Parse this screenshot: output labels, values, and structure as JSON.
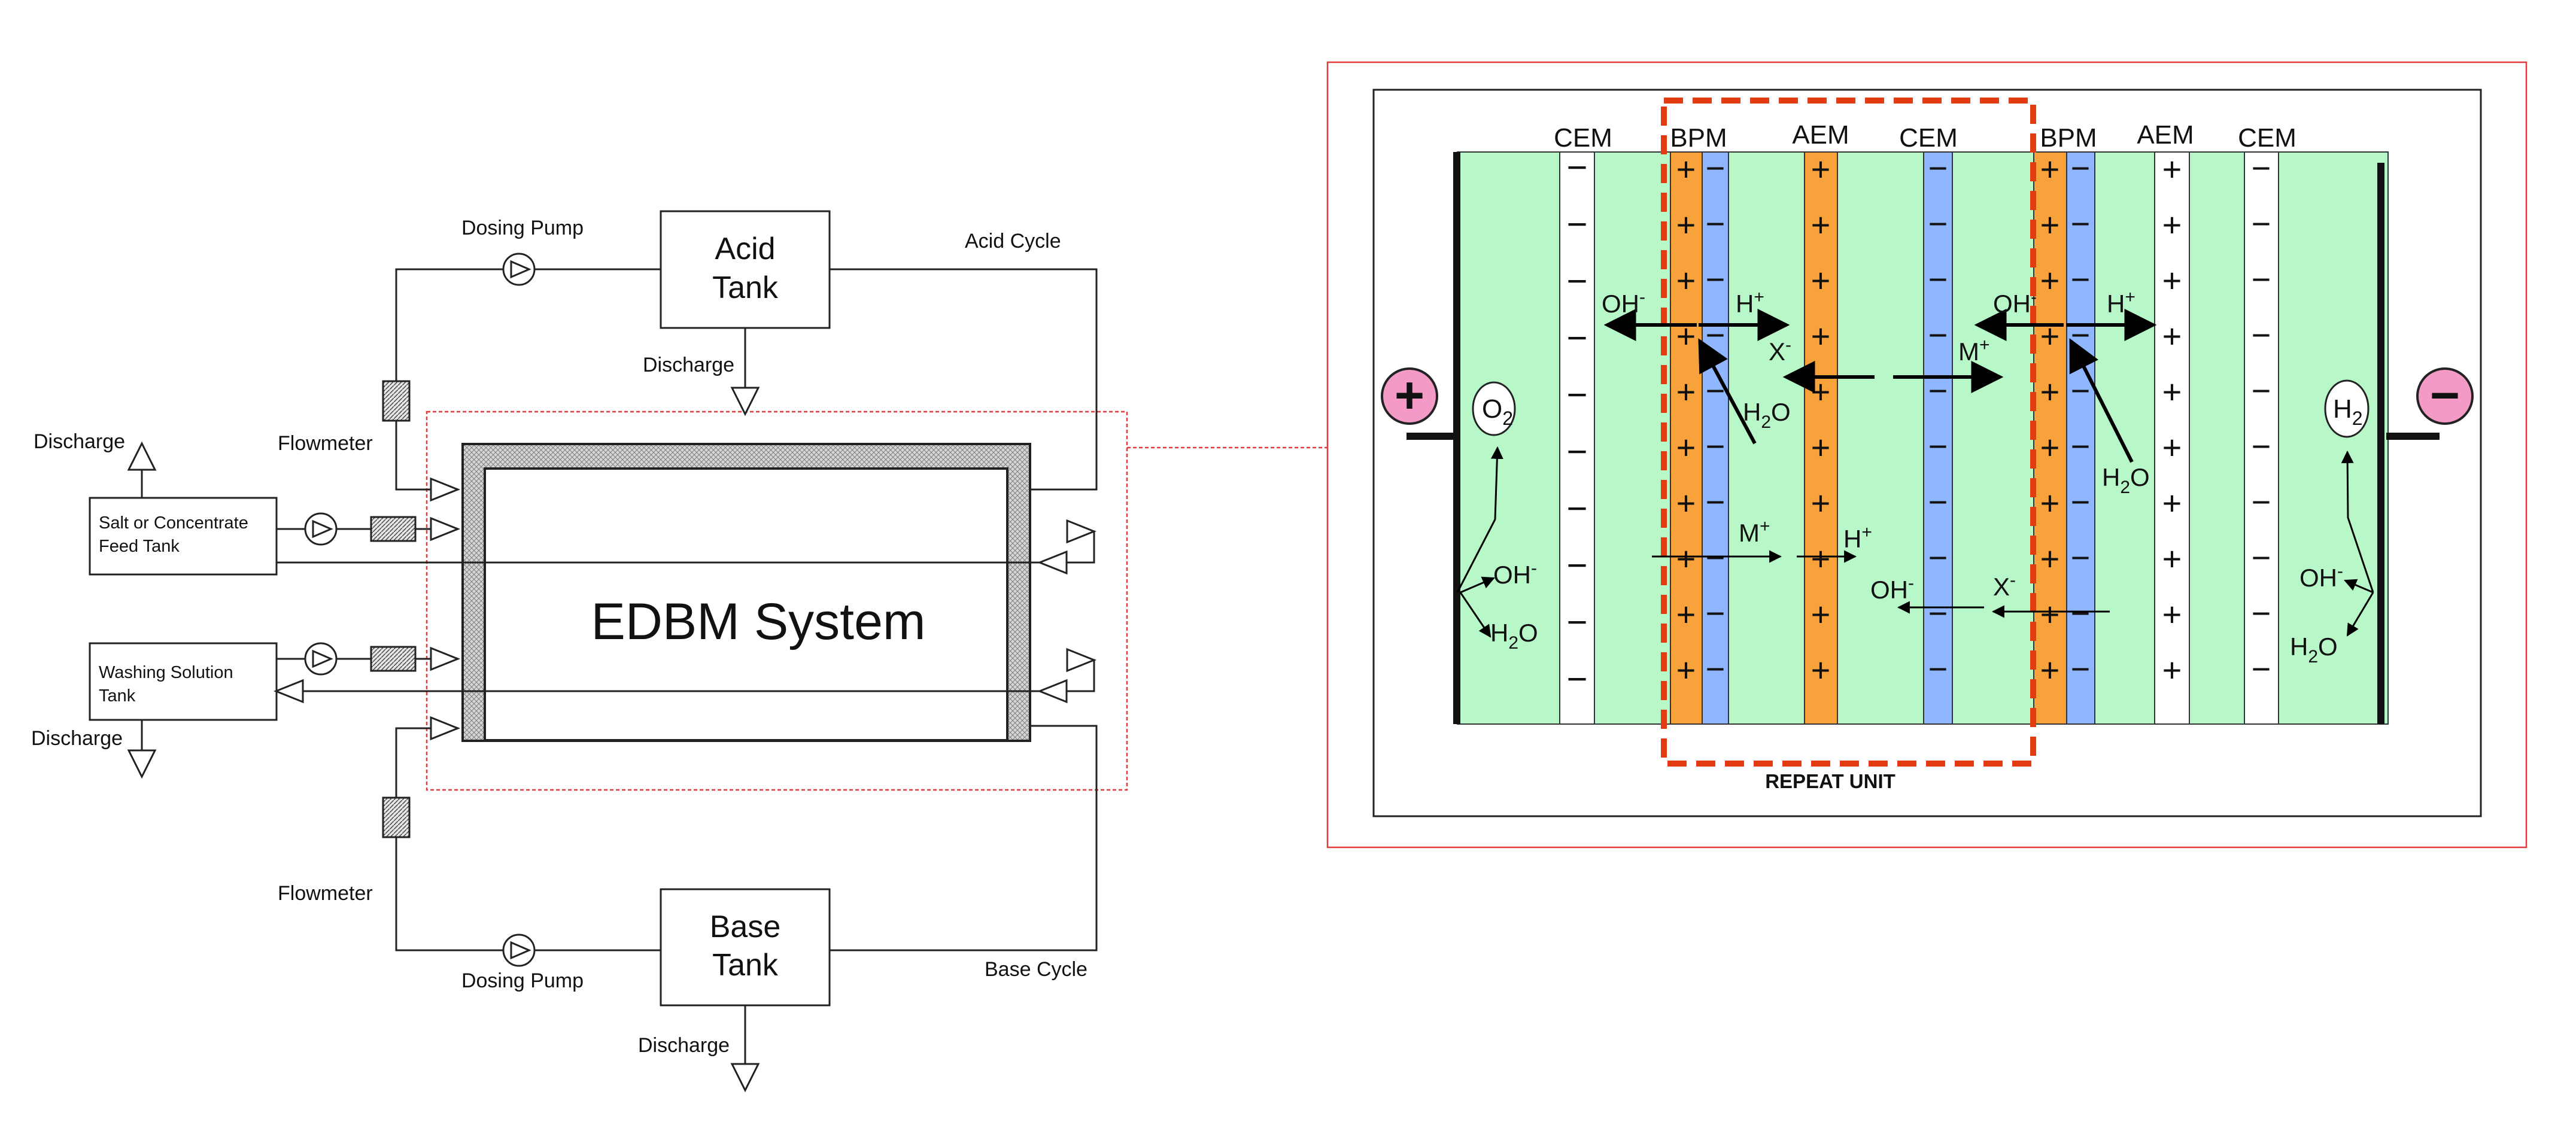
{
  "left_schematic": {
    "system_label": "EDBM System",
    "acid_tank": {
      "line1": "Acid",
      "line2": "Tank"
    },
    "base_tank": {
      "line1": "Base",
      "line2": "Tank"
    },
    "salt_tank": {
      "line1": "Salt or Concentrate",
      "line2": "Feed Tank"
    },
    "washing_tank": {
      "line1": "Washing Solution",
      "line2": "Tank"
    },
    "dosing_pump_top": "Dosing Pump",
    "dosing_pump_bottom": "Dosing Pump",
    "acid_cycle": "Acid Cycle",
    "base_cycle": "Base Cycle",
    "flowmeter_top": "Flowmeter",
    "flowmeter_bottom": "Flowmeter",
    "discharge_acid": "Discharge",
    "discharge_salt": "Discharge",
    "discharge_wash": "Discharge",
    "discharge_base": "Discharge"
  },
  "right_detail": {
    "membranes": {
      "cem_left": "CEM",
      "bpm_1": "BPM",
      "aem_1": "AEM",
      "cem_mid": "CEM",
      "bpm_2": "BPM",
      "aem_right": "AEM",
      "cem_right": "CEM"
    },
    "repeat_unit": "REPEAT UNIT",
    "anode_sign": "+",
    "cathode_sign": "−",
    "o2": {
      "base": "O",
      "sub": "2"
    },
    "h2": {
      "base": "H",
      "sub": "2"
    },
    "ions": {
      "oh": {
        "base": "OH",
        "sup": "-"
      },
      "h": {
        "base": "H",
        "sup": "+"
      },
      "x": {
        "base": "X",
        "sup": "-"
      },
      "m": {
        "base": "M",
        "sup": "+"
      },
      "h2o": {
        "base": "H",
        "sub": "2",
        "tail": "O"
      }
    },
    "colors": {
      "electrolyte": "#b7f7c8",
      "cem": "#ffffff",
      "aem": "#f7a23a",
      "bpm_cation_side": "#f7a23a",
      "bpm_anion_side": "#8fb6ff",
      "cem_mid": "#8fb6ff",
      "repeat_unit_border": "#e23b0f",
      "electrode_badge": "#f49ac7",
      "callout_border": "#e23b3b"
    }
  }
}
